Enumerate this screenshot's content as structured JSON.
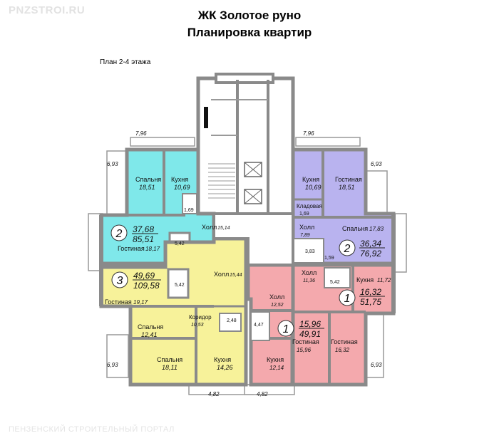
{
  "watermark_top": "PNZSTROI.RU",
  "watermark_bottom": "ПЕНЗЕНСКИЙ СТРОИТЕЛЬНЫЙ ПОРТАЛ",
  "title_line1": "ЖК Золотое руно",
  "title_line2": "Планировка квартир",
  "plan_label": "План 2-4  этажа",
  "colors": {
    "cyan": "#7fe8ea",
    "purple": "#b9b3ef",
    "yellow": "#f7f29a",
    "pink": "#f4a9ad",
    "wall": "#8a8a8a",
    "balcony": "#ffffff"
  },
  "dimensions": {
    "d796_left": "7,96",
    "d796_right": "7,96",
    "d693_tl": "6,93",
    "d693_tr": "6,93",
    "d693_bl": "6,93",
    "d693_br": "6,93",
    "d482_a": "4,82",
    "d482_b": "4,82"
  },
  "apartments": {
    "cyan": {
      "rooms": "2",
      "living": "37,68",
      "total": "85,51",
      "labels": {
        "bedroom": "Спальня",
        "bedroom_area": "18,51",
        "kitchen": "Кухня",
        "kitchen_area": "10,69",
        "small": "1,69",
        "hall": "Холл",
        "hall_area": "15,14",
        "bath": "5,42",
        "living": "Гостиная",
        "living_area": "18,17"
      }
    },
    "purple": {
      "rooms": "2",
      "living": "36,34",
      "total": "76,92",
      "labels": {
        "kitchen": "Кухня",
        "kitchen_area": "10,69",
        "living": "Гостиная",
        "living_area": "18,51",
        "storage": "Кладовая",
        "storage_area": "1,69",
        "hall": "Холл",
        "hall_area": "7,89",
        "bedroom": "Спальня",
        "bedroom_area": "17,83",
        "bath1": "3,83",
        "bath2": "1,59"
      }
    },
    "yellow": {
      "rooms": "3",
      "living": "49,69",
      "total": "109,58",
      "labels": {
        "bath": "5,42",
        "hall": "Холл",
        "hall_area": "15,44",
        "living": "Гостиная",
        "living_area": "19,17",
        "corridor": "Коридор",
        "corridor_area": "10,53",
        "wc": "2,48",
        "bedroom1": "Спальня",
        "bedroom1_area": "12,41",
        "bedroom2": "Спальня",
        "bedroom2_area": "18,11",
        "kitchen": "Кухня",
        "kitchen_area": "14,26"
      }
    },
    "pink_left": {
      "rooms": "1",
      "living": "15,96",
      "total": "49,91",
      "labels": {
        "hall": "Холл",
        "hall_area": "12,52",
        "bath": "4,47",
        "living": "Гостиная",
        "living_area": "15,96",
        "kitchen": "Кухня",
        "kitchen_area": "12,14"
      }
    },
    "pink_right": {
      "rooms": "1",
      "living": "16,32",
      "total": "51,75",
      "labels": {
        "hall": "Холл",
        "hall_area": "11,36",
        "bath": "5,42",
        "kitchen": "Кухня",
        "kitchen_area": "11,72",
        "living": "Гостиная",
        "living_area": "16,32"
      }
    }
  }
}
